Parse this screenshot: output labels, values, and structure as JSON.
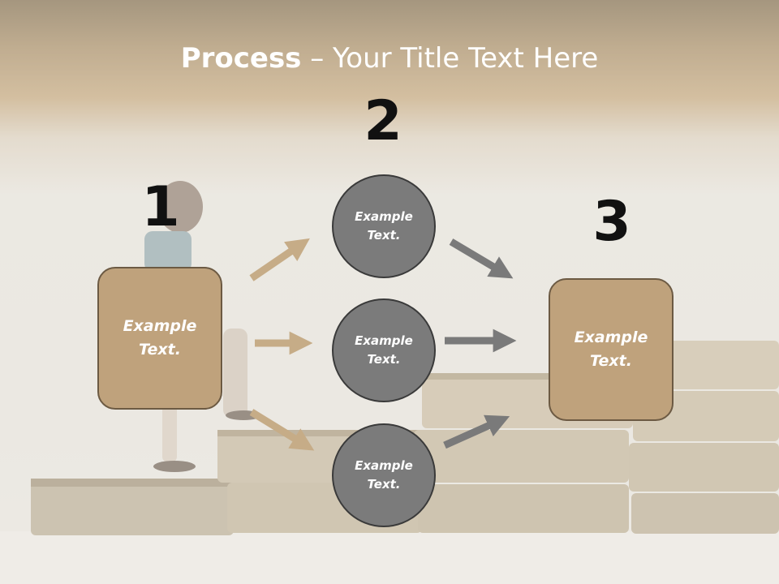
{
  "title": {
    "bold": "Process",
    "rest": " – Your Title Text Here"
  },
  "numbers": [
    "1",
    "2",
    "3"
  ],
  "boxes": {
    "left": "Example Text.",
    "right": "Example Text."
  },
  "circles": [
    "Example Text.",
    "Example Text.",
    "Example Text."
  ],
  "colors": {
    "box_fill": "#bfa27c",
    "circle_fill": "#7b7b7b",
    "arrow_tan": "#c6ac87",
    "arrow_gray": "#7a7a7a"
  },
  "icons": [
    "arrow-icon"
  ]
}
